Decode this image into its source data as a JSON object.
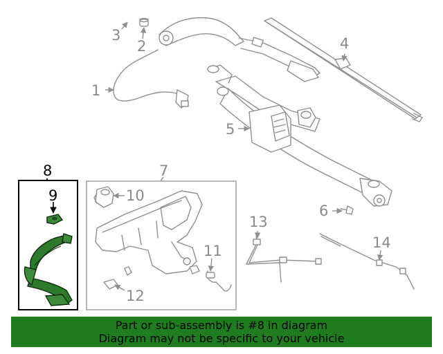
{
  "callouts": {
    "c1": "1",
    "c2": "2",
    "c3": "3",
    "c4": "4",
    "c5": "5",
    "c6": "6",
    "c7": "7",
    "c8": "8",
    "c9": "9",
    "c10": "10",
    "c11": "11",
    "c12": "12",
    "c13": "13",
    "c14": "14"
  },
  "highlight": {
    "color": "#2d7a2d",
    "callout": "8"
  },
  "banner": {
    "line1": "Part or sub-assembly is #8 in diagram",
    "line2": "Diagram may not be specific to your vehicle",
    "background": "#1f7d1f"
  }
}
